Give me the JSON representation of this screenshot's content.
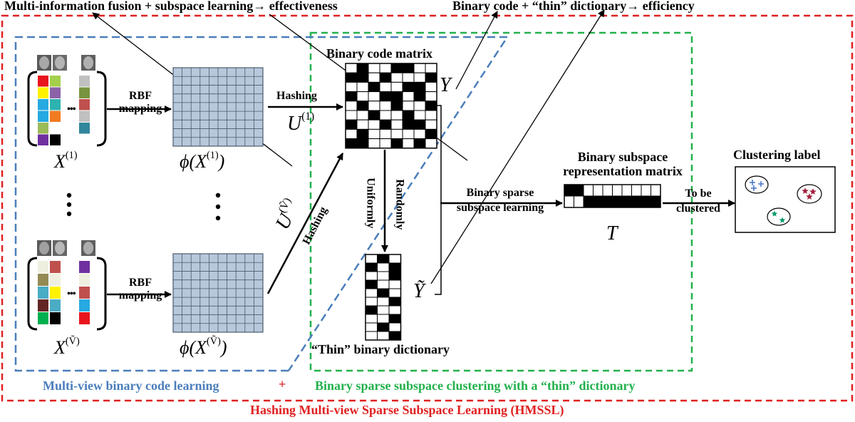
{
  "top": {
    "effectiveness": "Multi-information fusion + subspace learning→ effectiveness",
    "efficiency": "Binary code + “thin” dictionary→ efficiency"
  },
  "left": {
    "rbf_top_1": "RBF",
    "rbf_top_2": "mapping",
    "rbf_bottom_1": "RBF",
    "rbf_bottom_2": "mapping",
    "x1_base": "X",
    "x1_sup": "(1)",
    "xv_base": "X",
    "xv_sup": "(Ṽ)",
    "phi1_prefix": "ϕ(X",
    "phi1_sup": "(1)",
    "phi1_suffix": ")",
    "phiv_prefix": "ϕ(X",
    "phiv_sup": "(Ṽ)",
    "phiv_suffix": ")",
    "ellipsis": "•••"
  },
  "middle": {
    "hashing_top": "Hashing",
    "u1_base": "U",
    "u1_sup": "(1)",
    "hashing_diag": "Hashing",
    "uv_base": "U",
    "uv_sup": "(Ṽ)",
    "binary_code_matrix": "Binary code matrix",
    "y_label": "Y",
    "randomly": "Randomly",
    "uniformly": "Uniformly",
    "ytilde": "Ỹ",
    "thin_dict": "“Thin” binary dictionary"
  },
  "right": {
    "bss_1": "Binary sparse",
    "bss_2": "subspace learning",
    "bsr_1": "Binary subspace",
    "bsr_2": "representation matrix",
    "t_label": "T",
    "tobe_1": "To be",
    "tobe_2": "clustered",
    "clustering_label": "Clustering label"
  },
  "bottom": {
    "mv_label": "Multi-view binary code learning",
    "plus": "+",
    "bssc_label": "Binary sparse subspace clustering with a “thin” dictionary",
    "hmssl": "Hashing Multi-view Sparse Subspace Learning (HMSSL)"
  },
  "colors": {
    "red": "#e02020",
    "blue": "#4a7ebb",
    "green": "#22b14c",
    "grid_fill": "#b8c8dc",
    "grid_line": "#4a5a6a"
  },
  "patterns": {
    "code_matrix": [
      "01001100",
      "11010001",
      "00100110",
      "10011010",
      "01001001",
      "00100100",
      "10010110",
      "01000001",
      "11001010"
    ],
    "dictionary": [
      "010",
      "101",
      "001",
      "100",
      "010",
      "001",
      "100",
      "001",
      "010",
      "001"
    ],
    "representation": [
      "1100000000",
      "0011111111"
    ],
    "view1_colors": [
      [
        "#e8141c",
        "#a4d04a"
      ],
      [
        "#fff200",
        "#8b62a8"
      ],
      [
        "#27a9e1",
        "#2db3b0"
      ],
      [
        "#27a9e1",
        "#f27b21"
      ],
      [
        "#9bbb59",
        "#ffffff"
      ],
      [
        "#7030a0",
        "#000000"
      ]
    ],
    "view1_extra": [
      "#c0c0c0",
      "#78943e",
      "#c0504d",
      "#c0c0c0",
      "#31869b"
    ],
    "viewv_colors": [
      [
        "#efefe0",
        "#c0504d"
      ],
      [
        "#948a54",
        "#efefe0"
      ],
      [
        "#4bacc6",
        "#fff200"
      ],
      [
        "#632523",
        "#4bacc6"
      ],
      [
        "#00b050",
        "#000000"
      ]
    ],
    "viewv_extra": [
      "#7030a0",
      "#efefe0",
      "#c0504d",
      "#27a9e1",
      "#e8141c"
    ]
  },
  "clusters": {
    "blue_star": "#4472c4",
    "red_star": "#a0203c",
    "green_star": "#009a66"
  }
}
